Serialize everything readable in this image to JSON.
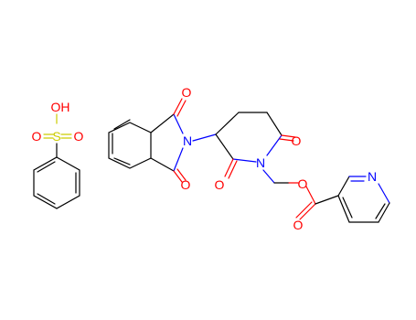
{
  "molecule_a": {
    "atoms": {
      "hydroxyl_label": "OH",
      "sulfur_label": "S",
      "oxo_left_label": "O",
      "oxo_right_label": "O"
    }
  },
  "molecule_b": {
    "atoms": {
      "imide_oxo_top_label": "O",
      "imide_n_label": "N",
      "imide_oxo_bottom_label": "O",
      "glutarimide_oxo_right_label": "O",
      "glutarimide_n_label": "N",
      "glutarimide_oxo_left_label": "O",
      "ester_o_label": "O",
      "ester_carbonyl_o_label": "O",
      "pyridine_n_label": "N"
    }
  },
  "colors": {
    "carbon_bond": "#000000",
    "oxygen": "#ff0000",
    "nitrogen": "#0000ff",
    "sulfur": "#cccc00"
  }
}
